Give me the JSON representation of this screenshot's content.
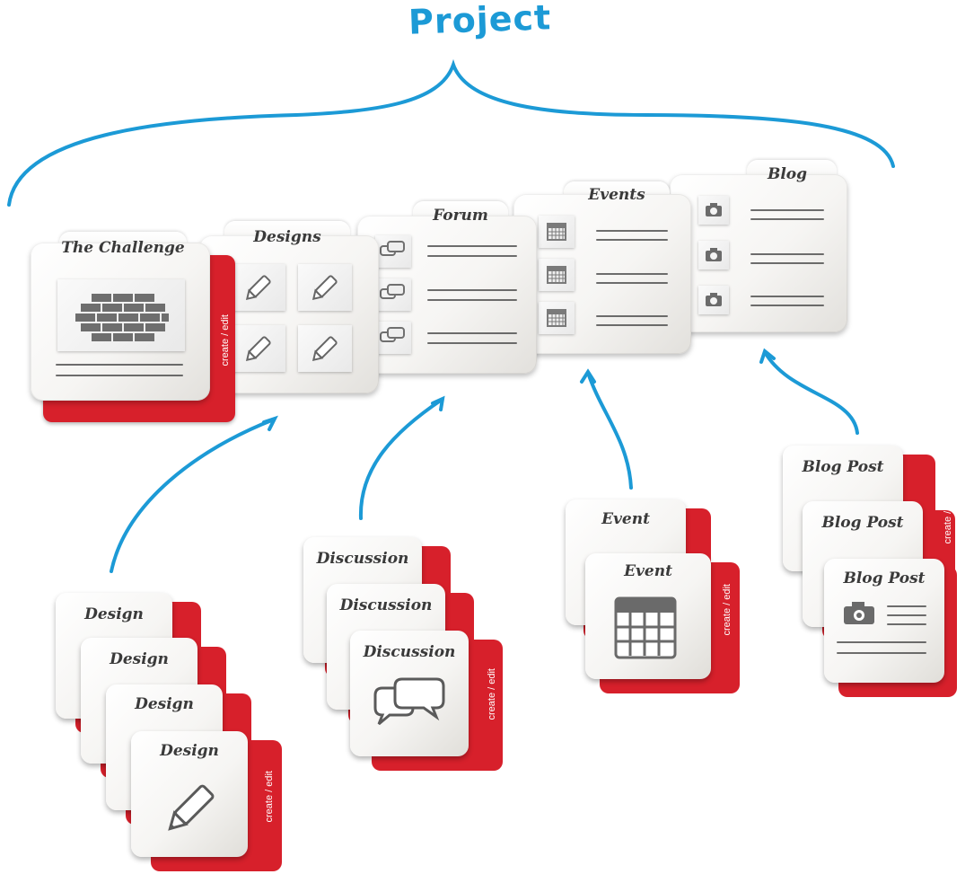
{
  "title": "Project",
  "colors": {
    "accent": "#1c9ad6",
    "red": "#d7202b",
    "ink": "#3a3a3a"
  },
  "sections": {
    "challenge": {
      "label": "The Challenge",
      "action": "create / edit",
      "icon": "brick-wall-icon"
    },
    "designs": {
      "label": "Designs",
      "icon": "pencil-icon"
    },
    "forum": {
      "label": "Forum",
      "icon": "speech-bubbles-icon"
    },
    "events": {
      "label": "Events",
      "icon": "calendar-icon"
    },
    "blog": {
      "label": "Blog",
      "icon": "camera-icon"
    }
  },
  "stacks": {
    "design": {
      "label": "Design",
      "action": "create / edit",
      "icon": "pencil-icon"
    },
    "discussion": {
      "label": "Discussion",
      "action": "create / edit",
      "icon": "speech-bubbles-icon"
    },
    "event": {
      "label": "Event",
      "action": "create / edit",
      "icon": "calendar-icon"
    },
    "blogpost": {
      "label": "Blog Post",
      "action": "create / edit",
      "icon": "camera-icon"
    }
  }
}
